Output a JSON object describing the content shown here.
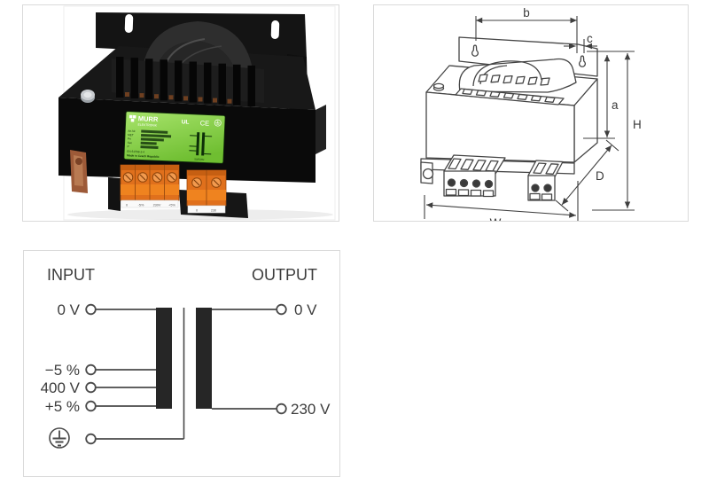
{
  "meta": {
    "panel_border": "#dadada",
    "line_color": "#3f3f3f",
    "text_color": "#3c3c3c",
    "label_green": "#8ed155",
    "terminal_orange": "#e8751e"
  },
  "photo": {
    "alt": "black-control-transformer-with-orange-terminals",
    "label": {
      "brand": "MURR",
      "brand_sub": "ELEKTRONIK",
      "cert_ul": "UL",
      "cert_ce": "CE",
      "rows": [
        "Art.Nr.",
        "MET",
        "Pri",
        "Sec",
        "P"
      ],
      "row_en": "EN 61558-2-4",
      "row_origin": "Made in Czech Republic",
      "freq": "50/60Hz"
    },
    "terminal_strip_left": [
      "0",
      "-5%",
      "230V",
      "+5%"
    ],
    "terminal_strip_right": [
      "0",
      "230"
    ]
  },
  "drawing": {
    "dims": {
      "b": "b",
      "c": "c",
      "a": "a",
      "H": "H",
      "D": "D",
      "W": "W"
    }
  },
  "schematic": {
    "input_title": "INPUT",
    "output_title": "OUTPUT",
    "inputs": [
      {
        "label": "0 V"
      },
      {
        "label": "−5 %"
      },
      {
        "label": "400 V"
      },
      {
        "label": "+5 %"
      }
    ],
    "outputs": [
      {
        "label": "0 V"
      },
      {
        "label": "230 V"
      }
    ]
  }
}
